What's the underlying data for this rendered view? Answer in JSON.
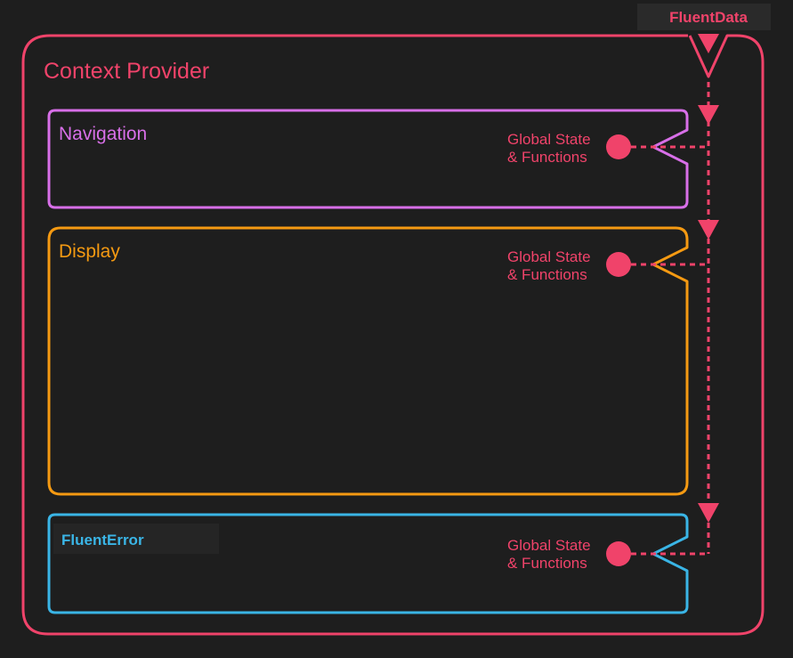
{
  "diagram": {
    "source_label": "FluentData",
    "provider": {
      "title": "Context Provider"
    },
    "boxes": [
      {
        "title": "Navigation",
        "port_line1": "Global State",
        "port_line2": "& Functions"
      },
      {
        "title": "Display",
        "port_line1": "Global State",
        "port_line2": "& Functions"
      },
      {
        "title": "FluentError",
        "port_line1": "Global State",
        "port_line2": "& Functions"
      }
    ]
  },
  "colors": {
    "background": "#1e1e1e",
    "tag_background": "#2a2a2a",
    "provider": "#f0436a",
    "navigation": "#d86fe8",
    "display": "#f59a12",
    "error": "#3ab5e6"
  },
  "icons": {
    "flow_arrow": "triangle-down-icon",
    "port": "circle-dot-icon"
  }
}
